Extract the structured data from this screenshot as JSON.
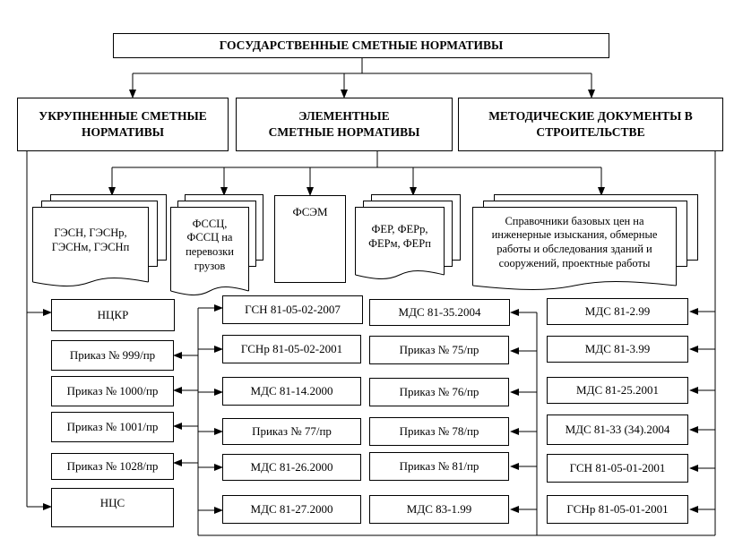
{
  "title": "ГОСУДАРСТВЕННЫЕ СМЕТНЫЕ НОРМАТИВЫ",
  "categories": {
    "left": "УКРУПНЕННЫЕ СМЕТНЫЕ\nНОРМАТИВЫ",
    "middle": "ЭЛЕМЕНТНЫЕ\nСМЕТНЫЕ НОРМАТИВЫ",
    "right": "МЕТОДИЧЕСКИЕ ДОКУМЕНТЫ В\nСТРОИТЕЛЬСТВЕ"
  },
  "documents": {
    "gesn": "ГЭСН,  ГЭСНр,\nГЭСНм, ГЭСНп",
    "fssc": "ФССЦ,\nФССЦ на\nперевозки\nгрузов",
    "fsem": "ФСЭМ",
    "fer": "ФЕР, ФЕРр,\nФЕРм, ФЕРп",
    "reference": "Справочники базовых цен на\nинженерные изыскания, обмерные\nработы и обследования зданий и\nсооружений, проектные работы"
  },
  "column1": [
    "НЦКР",
    "Приказ № 999/пр",
    "Приказ № 1000/пр",
    "Приказ № 1001/пр",
    "Приказ № 1028/пр",
    "НЦС"
  ],
  "column2": [
    "ГСН 81-05-02-2007",
    "ГСНр 81-05-02-2001",
    "МДС 81-14.2000",
    "Приказ № 77/пр",
    "МДС 81-26.2000",
    "МДС 81-27.2000"
  ],
  "column3": [
    "МДС 81-35.2004",
    "Приказ № 75/пр",
    "Приказ № 76/пр",
    "Приказ № 78/пр",
    "Приказ № 81/пр",
    "МДС 83-1.99"
  ],
  "column4": [
    "МДС 81-2.99",
    "МДС 81-3.99",
    "МДС 81-25.2001",
    "МДС 81-33 (34).2004",
    "ГСН 81-05-01-2001",
    "ГСНр 81-05-01-2001"
  ]
}
